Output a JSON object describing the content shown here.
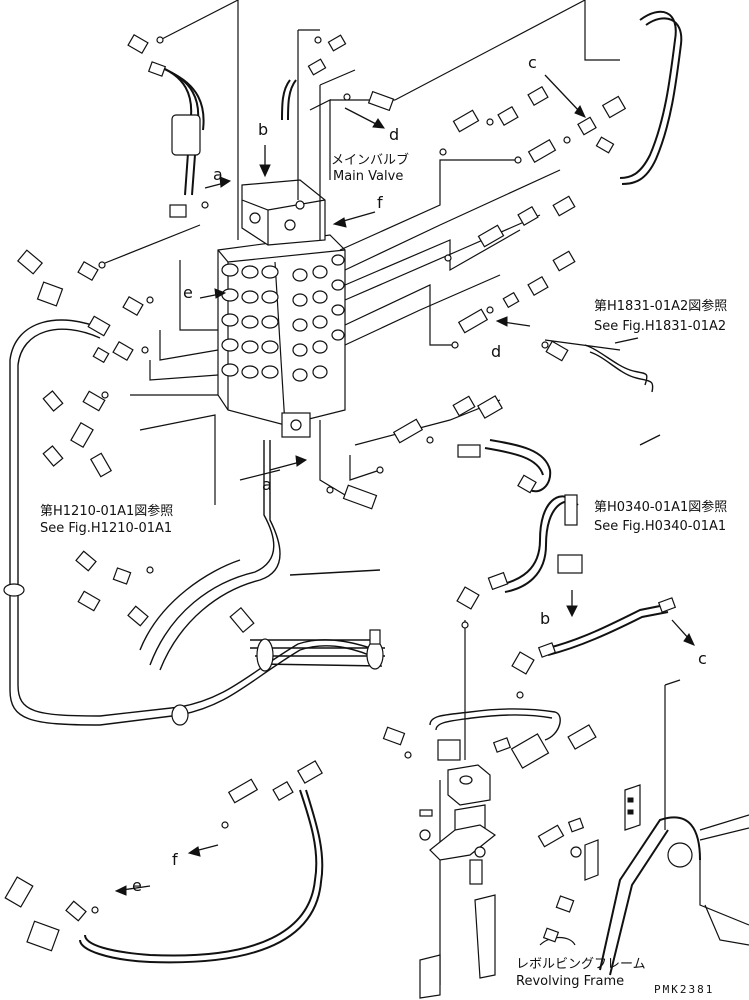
{
  "labels": {
    "main_valve_jp": "メインバルブ",
    "main_valve_en": "Main Valve",
    "ref_h1831_jp": "第H1831-01A2図参照",
    "ref_h1831_en": "See Fig.H1831-01A2",
    "ref_h1210_jp": "第H1210-01A1図参照",
    "ref_h1210_en": "See Fig.H1210-01A1",
    "ref_h0340_jp": "第H0340-01A1図参照",
    "ref_h0340_en": "See Fig.H0340-01A1",
    "revolving_frame_jp": "レボルビングフレーム",
    "revolving_frame_en": "Revolving Frame",
    "drawing_code": "PMK2381"
  },
  "letters": {
    "a1": "a",
    "a2": "a",
    "b1": "b",
    "b2": "b",
    "c1": "c",
    "c2": "c",
    "d1": "d",
    "d2": "d",
    "e1": "e",
    "e2": "e",
    "f1": "f",
    "f2": "f"
  },
  "icons": [
    "arrow-icon",
    "hose-icon",
    "fitting-icon",
    "valve-block-icon",
    "bracket-icon",
    "clamp-icon",
    "bolt-icon"
  ]
}
